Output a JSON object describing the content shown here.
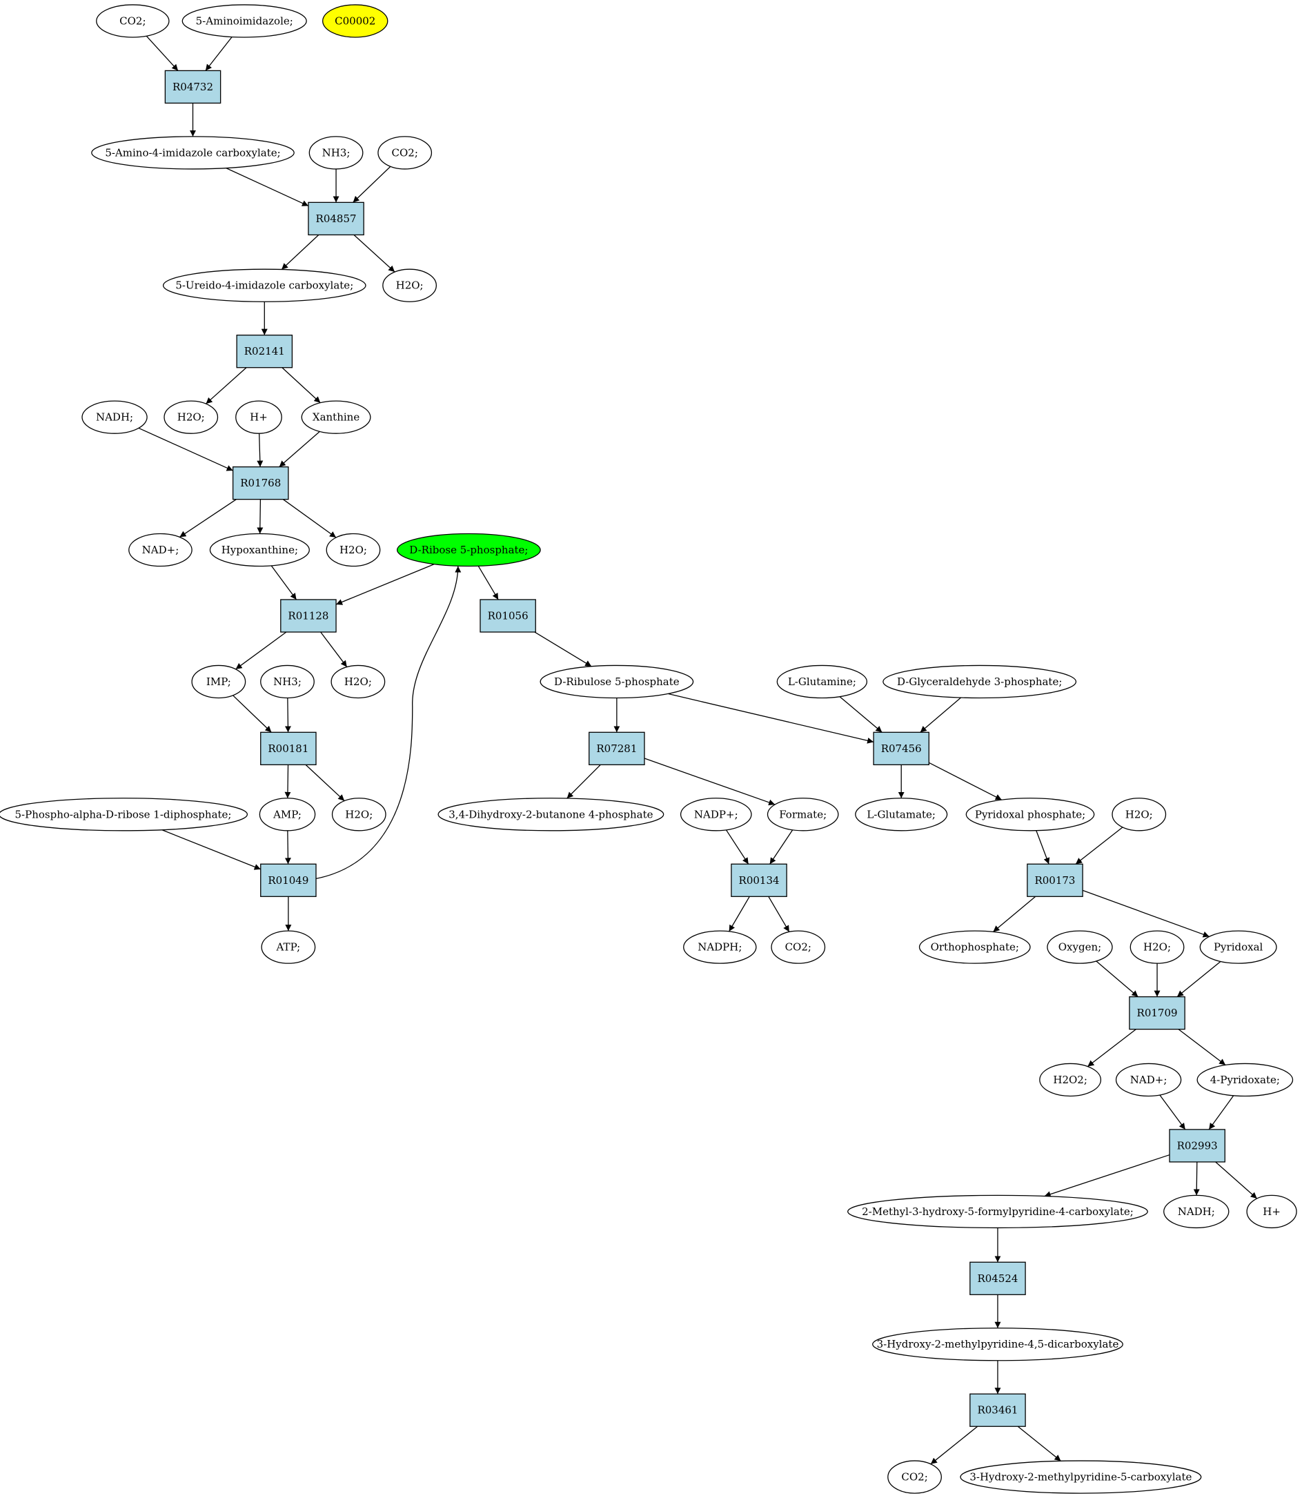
{
  "colors": {
    "reaction": "#add8e6",
    "compound": "#ffffff",
    "highlight_yellow": "#ffff00",
    "highlight_green": "#00ff00"
  },
  "nodes": [
    {
      "id": "co2_1",
      "label": "CO2;",
      "shape": "ellipse"
    },
    {
      "id": "aminoimidazole",
      "label": "5-Aminoimidazole;",
      "shape": "ellipse"
    },
    {
      "id": "c00002",
      "label": "C00002",
      "shape": "ellipse",
      "fill": "highlight_yellow"
    },
    {
      "id": "R04732",
      "label": "R04732",
      "shape": "box"
    },
    {
      "id": "aica",
      "label": "5-Amino-4-imidazole carboxylate;",
      "shape": "ellipse"
    },
    {
      "id": "nh3_1",
      "label": "NH3;",
      "shape": "ellipse"
    },
    {
      "id": "co2_2",
      "label": "CO2;",
      "shape": "ellipse"
    },
    {
      "id": "R04857",
      "label": "R04857",
      "shape": "box"
    },
    {
      "id": "ureido",
      "label": "5-Ureido-4-imidazole carboxylate;",
      "shape": "ellipse"
    },
    {
      "id": "h2o_1",
      "label": "H2O;",
      "shape": "ellipse"
    },
    {
      "id": "R02141",
      "label": "R02141",
      "shape": "box"
    },
    {
      "id": "nadh_1",
      "label": "NADH;",
      "shape": "ellipse"
    },
    {
      "id": "h2o_2",
      "label": "H2O;",
      "shape": "ellipse"
    },
    {
      "id": "hplus_1",
      "label": "H+",
      "shape": "ellipse"
    },
    {
      "id": "xanthine",
      "label": "Xanthine",
      "shape": "ellipse"
    },
    {
      "id": "R01768",
      "label": "R01768",
      "shape": "box"
    },
    {
      "id": "nadplus_1",
      "label": "NAD+;",
      "shape": "ellipse"
    },
    {
      "id": "hypox",
      "label": "Hypoxanthine;",
      "shape": "ellipse"
    },
    {
      "id": "h2o_3",
      "label": "H2O;",
      "shape": "ellipse"
    },
    {
      "id": "r5p",
      "label": "D-Ribose 5-phosphate;",
      "shape": "ellipse",
      "fill": "highlight_green"
    },
    {
      "id": "R01128",
      "label": "R01128",
      "shape": "box"
    },
    {
      "id": "R01056",
      "label": "R01056",
      "shape": "box"
    },
    {
      "id": "imp",
      "label": "IMP;",
      "shape": "ellipse"
    },
    {
      "id": "nh3_2",
      "label": "NH3;",
      "shape": "ellipse"
    },
    {
      "id": "h2o_4",
      "label": "H2O;",
      "shape": "ellipse"
    },
    {
      "id": "ru5p",
      "label": "D-Ribulose 5-phosphate",
      "shape": "ellipse"
    },
    {
      "id": "lgln",
      "label": "L-Glutamine;",
      "shape": "ellipse"
    },
    {
      "id": "g3p",
      "label": "D-Glyceraldehyde 3-phosphate;",
      "shape": "ellipse"
    },
    {
      "id": "R00181",
      "label": "R00181",
      "shape": "box"
    },
    {
      "id": "R07281",
      "label": "R07281",
      "shape": "box"
    },
    {
      "id": "R07456",
      "label": "R07456",
      "shape": "box"
    },
    {
      "id": "prpp",
      "label": "5-Phospho-alpha-D-ribose 1-diphosphate;",
      "shape": "ellipse"
    },
    {
      "id": "amp",
      "label": "AMP;",
      "shape": "ellipse"
    },
    {
      "id": "h2o_5",
      "label": "H2O;",
      "shape": "ellipse"
    },
    {
      "id": "dhbp",
      "label": "3,4-Dihydroxy-2-butanone 4-phosphate",
      "shape": "ellipse"
    },
    {
      "id": "nadpplus",
      "label": "NADP+;",
      "shape": "ellipse"
    },
    {
      "id": "formate",
      "label": "Formate;",
      "shape": "ellipse"
    },
    {
      "id": "lglu",
      "label": "L-Glutamate;",
      "shape": "ellipse"
    },
    {
      "id": "plp",
      "label": "Pyridoxal phosphate;",
      "shape": "ellipse"
    },
    {
      "id": "h2o_6",
      "label": "H2O;",
      "shape": "ellipse"
    },
    {
      "id": "R01049",
      "label": "R01049",
      "shape": "box"
    },
    {
      "id": "R00134",
      "label": "R00134",
      "shape": "box"
    },
    {
      "id": "R00173",
      "label": "R00173",
      "shape": "box"
    },
    {
      "id": "atp",
      "label": "ATP;",
      "shape": "ellipse"
    },
    {
      "id": "nadph",
      "label": "NADPH;",
      "shape": "ellipse"
    },
    {
      "id": "co2_3",
      "label": "CO2;",
      "shape": "ellipse"
    },
    {
      "id": "orthop",
      "label": "Orthophosphate;",
      "shape": "ellipse"
    },
    {
      "id": "oxygen",
      "label": "Oxygen;",
      "shape": "ellipse"
    },
    {
      "id": "h2o_7",
      "label": "H2O;",
      "shape": "ellipse"
    },
    {
      "id": "pyridoxal",
      "label": "Pyridoxal",
      "shape": "ellipse"
    },
    {
      "id": "R01709",
      "label": "R01709",
      "shape": "box"
    },
    {
      "id": "h2o2",
      "label": "H2O2;",
      "shape": "ellipse"
    },
    {
      "id": "nadplus_2",
      "label": "NAD+;",
      "shape": "ellipse"
    },
    {
      "id": "pyridoxate",
      "label": "4-Pyridoxate;",
      "shape": "ellipse"
    },
    {
      "id": "R02993",
      "label": "R02993",
      "shape": "box"
    },
    {
      "id": "mhfpc",
      "label": "2-Methyl-3-hydroxy-5-formylpyridine-4-carboxylate;",
      "shape": "ellipse"
    },
    {
      "id": "nadh_2",
      "label": "NADH;",
      "shape": "ellipse"
    },
    {
      "id": "hplus_2",
      "label": "H+",
      "shape": "ellipse"
    },
    {
      "id": "R04524",
      "label": "R04524",
      "shape": "box"
    },
    {
      "id": "hmpdc",
      "label": "3-Hydroxy-2-methylpyridine-4,5-dicarboxylate",
      "shape": "ellipse"
    },
    {
      "id": "R03461",
      "label": "R03461",
      "shape": "box"
    },
    {
      "id": "co2_4",
      "label": "CO2;",
      "shape": "ellipse"
    },
    {
      "id": "hmpc",
      "label": "3-Hydroxy-2-methylpyridine-5-carboxylate",
      "shape": "ellipse"
    }
  ],
  "edges": [
    [
      "co2_1",
      "R04732"
    ],
    [
      "aminoimidazole",
      "R04732"
    ],
    [
      "R04732",
      "aica"
    ],
    [
      "aica",
      "R04857"
    ],
    [
      "nh3_1",
      "R04857"
    ],
    [
      "co2_2",
      "R04857"
    ],
    [
      "R04857",
      "ureido"
    ],
    [
      "R04857",
      "h2o_1"
    ],
    [
      "ureido",
      "R02141"
    ],
    [
      "R02141",
      "h2o_2"
    ],
    [
      "R02141",
      "xanthine"
    ],
    [
      "nadh_1",
      "R01768"
    ],
    [
      "hplus_1",
      "R01768"
    ],
    [
      "xanthine",
      "R01768"
    ],
    [
      "R01768",
      "nadplus_1"
    ],
    [
      "R01768",
      "hypox"
    ],
    [
      "R01768",
      "h2o_3"
    ],
    [
      "hypox",
      "R01128"
    ],
    [
      "r5p",
      "R01128"
    ],
    [
      "r5p",
      "R01056"
    ],
    [
      "R01128",
      "imp"
    ],
    [
      "R01128",
      "h2o_4"
    ],
    [
      "imp",
      "R00181"
    ],
    [
      "nh3_2",
      "R00181"
    ],
    [
      "R00181",
      "amp"
    ],
    [
      "R00181",
      "h2o_5"
    ],
    [
      "prpp",
      "R01049"
    ],
    [
      "amp",
      "R01049"
    ],
    [
      "R01049",
      "atp"
    ],
    [
      "R01049",
      "r5p"
    ],
    [
      "R01056",
      "ru5p"
    ],
    [
      "ru5p",
      "R07281"
    ],
    [
      "ru5p",
      "R07456"
    ],
    [
      "lgln",
      "R07456"
    ],
    [
      "g3p",
      "R07456"
    ],
    [
      "R07281",
      "dhbp"
    ],
    [
      "R07281",
      "formate"
    ],
    [
      "nadpplus",
      "R00134"
    ],
    [
      "formate",
      "R00134"
    ],
    [
      "R00134",
      "nadph"
    ],
    [
      "R00134",
      "co2_3"
    ],
    [
      "R07456",
      "lglu"
    ],
    [
      "R07456",
      "plp"
    ],
    [
      "plp",
      "R00173"
    ],
    [
      "h2o_6",
      "R00173"
    ],
    [
      "R00173",
      "orthop"
    ],
    [
      "R00173",
      "pyridoxal"
    ],
    [
      "oxygen",
      "R01709"
    ],
    [
      "h2o_7",
      "R01709"
    ],
    [
      "pyridoxal",
      "R01709"
    ],
    [
      "R01709",
      "h2o2"
    ],
    [
      "R01709",
      "pyridoxate"
    ],
    [
      "nadplus_2",
      "R02993"
    ],
    [
      "pyridoxate",
      "R02993"
    ],
    [
      "R02993",
      "mhfpc"
    ],
    [
      "R02993",
      "nadh_2"
    ],
    [
      "R02993",
      "hplus_2"
    ],
    [
      "mhfpc",
      "R04524"
    ],
    [
      "R04524",
      "hmpdc"
    ],
    [
      "hmpdc",
      "R03461"
    ],
    [
      "R03461",
      "co2_4"
    ],
    [
      "R03461",
      "hmpc"
    ]
  ]
}
